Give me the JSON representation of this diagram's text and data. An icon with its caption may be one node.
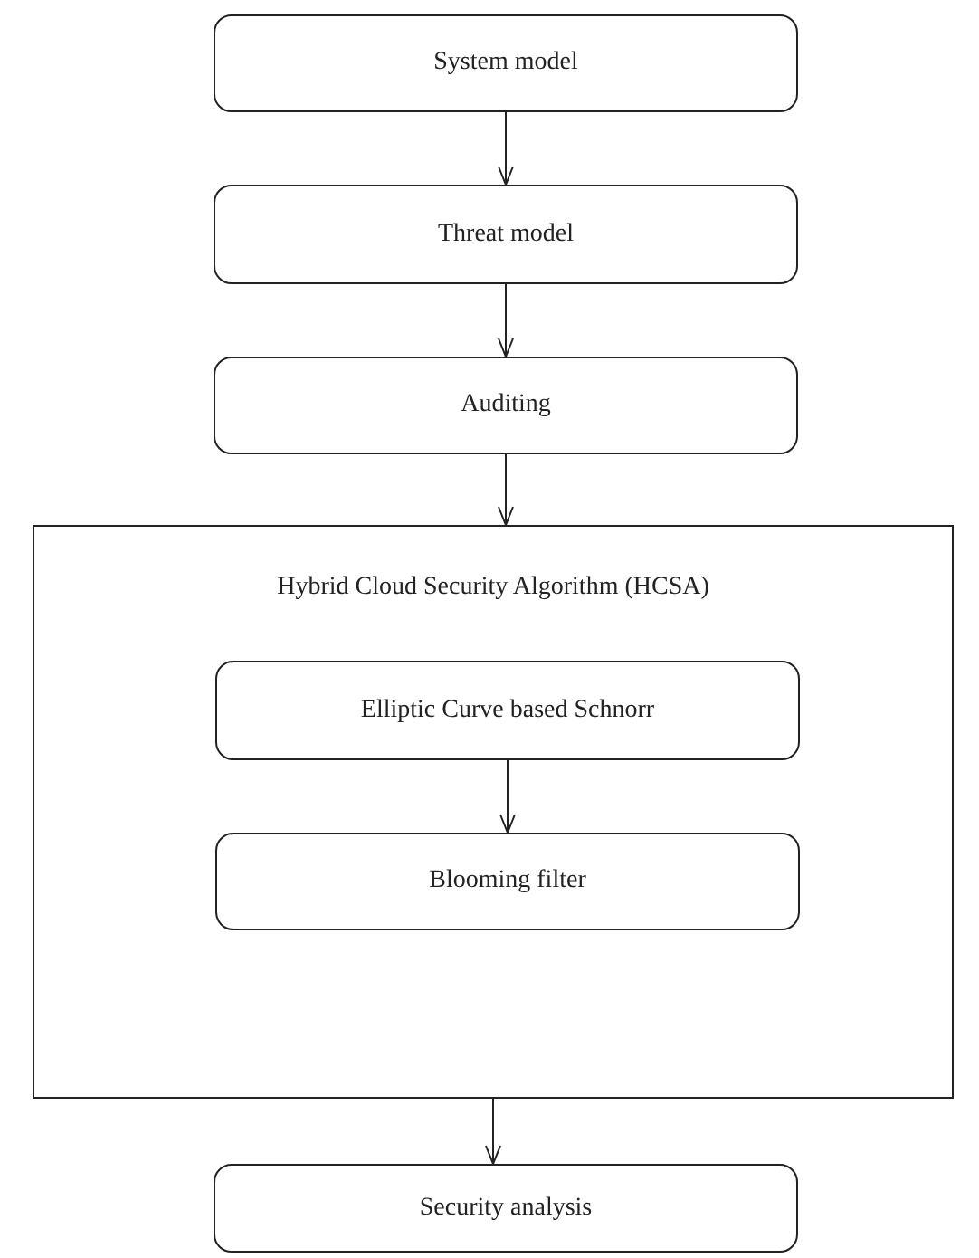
{
  "diagram": {
    "nodes": [
      {
        "text": [
          "System model"
        ]
      },
      {
        "text": [
          "Threat model"
        ]
      },
      {
        "text": [
          "Auditing"
        ]
      },
      {
        "text": [
          "Hybrid Cloud Security Algorithm (HCSA)"
        ]
      },
      {
        "text": [
          "Elliptic Curve based Schnorr"
        ],
        "in": 3
      },
      {
        "text": [
          "Blooming filter"
        ],
        "in": 3
      },
      {
        "text": [
          "Security analysis"
        ]
      }
    ],
    "edges": [
      {
        "from": 0,
        "to": 1,
        "arrow": "to"
      },
      {
        "from": 1,
        "to": 2,
        "arrow": "to"
      },
      {
        "from": 2,
        "to": 3,
        "arrow": "to"
      },
      {
        "from": 4,
        "to": 5,
        "arrow": "to"
      },
      {
        "from": 3,
        "to": 6,
        "arrow": "to"
      }
    ]
  }
}
